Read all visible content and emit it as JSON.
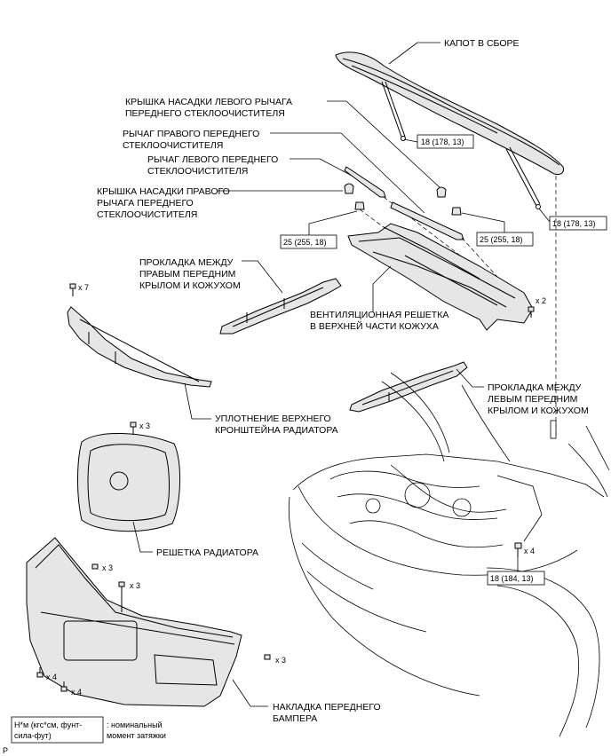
{
  "labels": {
    "hood": "КАПОТ В СБОРЕ",
    "lh_wiper_cap_1": "КРЫШКА НАСАДКИ ЛЕВОГО РЫЧАГА",
    "lh_wiper_cap_2": "ПЕРЕДНЕГО СТЕКЛООЧИСТИТЕЛЯ",
    "rh_wiper_arm_1": "РЫЧАГ ПРАВОГО ПЕРЕДНЕГО",
    "rh_wiper_arm_2": "СТЕКЛООЧИСТИТЕЛЯ",
    "lh_wiper_arm_1": "РЫЧАГ ЛЕВОГО ПЕРЕДНЕГО",
    "lh_wiper_arm_2": "СТЕКЛООЧИСТИТЕЛЯ",
    "rh_wiper_cap_1": "КРЫШКА НАСАДКИ ПРАВОГО",
    "rh_wiper_cap_2": "РЫЧАГА ПЕРЕДНЕГО",
    "rh_wiper_cap_3": "СТЕКЛООЧИСТИТЕЛЯ",
    "rh_seal_1": "ПРОКЛАДКА МЕЖДУ",
    "rh_seal_2": "ПРАВЫМ ПЕРЕДНИМ",
    "rh_seal_3": "КРЫЛОМ И КОЖУХОМ",
    "cowl_1": "ВЕНТИЛЯЦИОННАЯ РЕШЕТКА",
    "cowl_2": "В ВЕРХНЕЙ ЧАСТИ КОЖУХА",
    "lh_seal_1": "ПРОКЛАДКА МЕЖДУ",
    "lh_seal_2": "ЛЕВЫМ ПЕРЕДНИМ",
    "lh_seal_3": "КРЫЛОМ И КОЖУХОМ",
    "radiator_seal_1": "УПЛОТНЕНИЕ ВЕРХНЕГО",
    "radiator_seal_2": "КРОНШТЕЙНА РАДИАТОРА",
    "grille": "РЕШЕТКА РАДИАТОРА",
    "bumper_1": "НАКЛАДКА ПЕРЕДНЕГО",
    "bumper_2": "БАМПЕРА"
  },
  "torque": {
    "hood_left": "18 (178, 13)",
    "hood_right": "18 (178, 13)",
    "wiper_left": "25 (255, 18)",
    "wiper_right": "25 (255, 18)",
    "hood_bolt": "18 (184, 13)"
  },
  "counts": {
    "x7": "x 7",
    "x2": "x 2",
    "x3_grille": "x 3",
    "x3_bumper_a": "x 3",
    "x3_bumper_b": "x 3",
    "x3_bumper_c": "x 3",
    "x4_a": "x 4",
    "x4_b": "x 4",
    "x4_hood": "x 4"
  },
  "legend": {
    "unit_1": "Н*м (кгс*см, фунт-",
    "unit_2": "сила-фут)",
    "desc_1": ": номинальный",
    "desc_2": "момент затяжки"
  },
  "corner_mark": "P"
}
